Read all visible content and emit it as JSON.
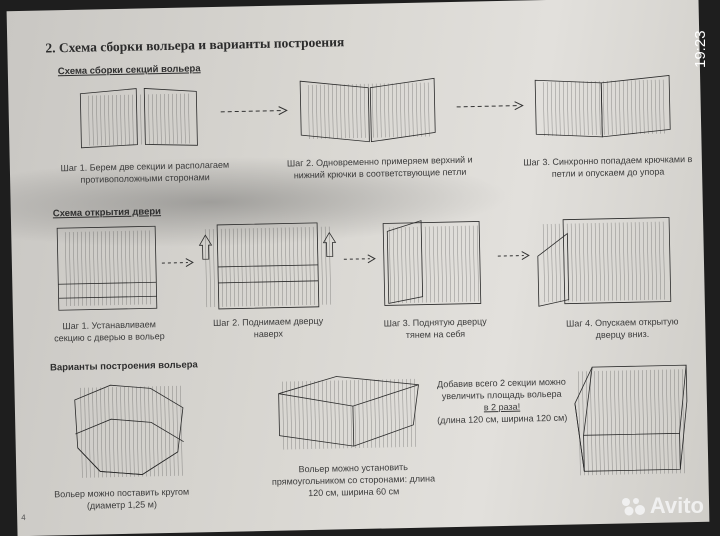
{
  "status_bar": {
    "time": "19:23"
  },
  "watermark": {
    "text": "Avito"
  },
  "page_number": "4",
  "section_title": "2. Схема сборки вольера и варианты построения",
  "assembly": {
    "heading": "Схема сборки секций вольера",
    "steps": [
      "Шаг 1. Берем две секции и располагаем противоположными сторонами",
      "Шаг 2. Одновременно примеряем верхний и нижний крючки в соответствующие петли",
      "Шаг 3. Синхронно попадаем крючками в петли и опускаем до упора"
    ]
  },
  "door": {
    "heading": "Схема открытия двери",
    "steps": [
      "Шаг 1. Устанавливаем секцию с дверью в вольер",
      "Шаг 2. Поднимаем дверцу наверх",
      "Шаг 3. Поднятую дверцу тянем на себя",
      "Шаг 4. Опускаем открытую дверцу вниз."
    ]
  },
  "variants": {
    "heading": "Варианты построения вольера",
    "round": "Вольер можно поставить кругом (диаметр 1,25 м)",
    "rect": "Вольер можно установить прямоугольником со сторонами: длина 120 см, ширина 60 см",
    "extended_line1": "Добавив всего 2 секции можно увеличить площадь вольера",
    "extended_emph": "в 2 раза!",
    "extended_dims": "(длина 120 см, ширина 120 см)"
  }
}
